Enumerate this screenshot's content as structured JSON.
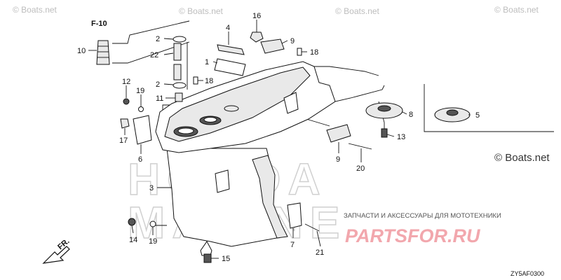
{
  "diagram": {
    "ref_label": "F-10",
    "drawing_code": "ZY5AF0300",
    "direction_label": "FR.",
    "callouts": [
      {
        "id": "c10a",
        "label": "10"
      },
      {
        "id": "c2a",
        "label": "2"
      },
      {
        "id": "c22",
        "label": "22"
      },
      {
        "id": "c2b",
        "label": "2"
      },
      {
        "id": "c4",
        "label": "4"
      },
      {
        "id": "c1",
        "label": "1"
      },
      {
        "id": "c16",
        "label": "16"
      },
      {
        "id": "c9a",
        "label": "9"
      },
      {
        "id": "c18a",
        "label": "18"
      },
      {
        "id": "c18b",
        "label": "18"
      },
      {
        "id": "c12",
        "label": "12"
      },
      {
        "id": "c19a",
        "label": "19"
      },
      {
        "id": "c11",
        "label": "11"
      },
      {
        "id": "c17",
        "label": "17"
      },
      {
        "id": "c6",
        "label": "6"
      },
      {
        "id": "c3",
        "label": "3"
      },
      {
        "id": "c8",
        "label": "8"
      },
      {
        "id": "c5",
        "label": "5"
      },
      {
        "id": "c13",
        "label": "13"
      },
      {
        "id": "c9b",
        "label": "9"
      },
      {
        "id": "c20",
        "label": "20"
      },
      {
        "id": "c14",
        "label": "14"
      },
      {
        "id": "c19b",
        "label": "19"
      },
      {
        "id": "c7",
        "label": "7"
      },
      {
        "id": "c21",
        "label": "21"
      },
      {
        "id": "c15",
        "label": "15"
      }
    ]
  },
  "watermarks": {
    "boats": "© Boats.net",
    "russian_subtitle": "ЗАПЧАСТИ И АКСЕССУАРЫ ДЛЯ МОТОТЕХНИКИ",
    "russian_main": "PARTSFOR.RU",
    "brand_line1": "HONDA",
    "brand_line2": "MARINE"
  },
  "colors": {
    "line": "#111111",
    "watermark_grey": "#bdbdbd",
    "partsfor_pink": "#f2a7ad"
  }
}
